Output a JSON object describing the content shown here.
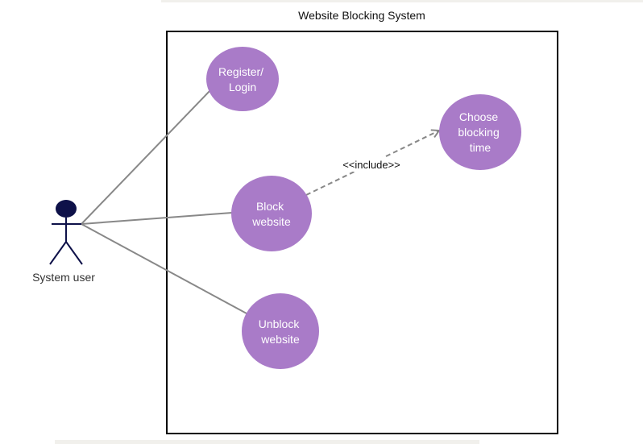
{
  "diagram": {
    "system_title": "Website Blocking System",
    "actor": {
      "label": "System user"
    },
    "use_cases": {
      "register_login": [
        "Register/",
        "Login"
      ],
      "block_website": [
        "Block",
        "website"
      ],
      "unblock_website": [
        "Unblock",
        "website"
      ],
      "choose_blocking_time": [
        "Choose",
        "blocking",
        "time"
      ]
    },
    "include_label": "<<include>>"
  },
  "colors": {
    "use_case_fill": "#a97bc8",
    "use_case_text": "#ffffff",
    "actor_head": "#0e1149",
    "line": "#888888",
    "border": "#000000"
  }
}
